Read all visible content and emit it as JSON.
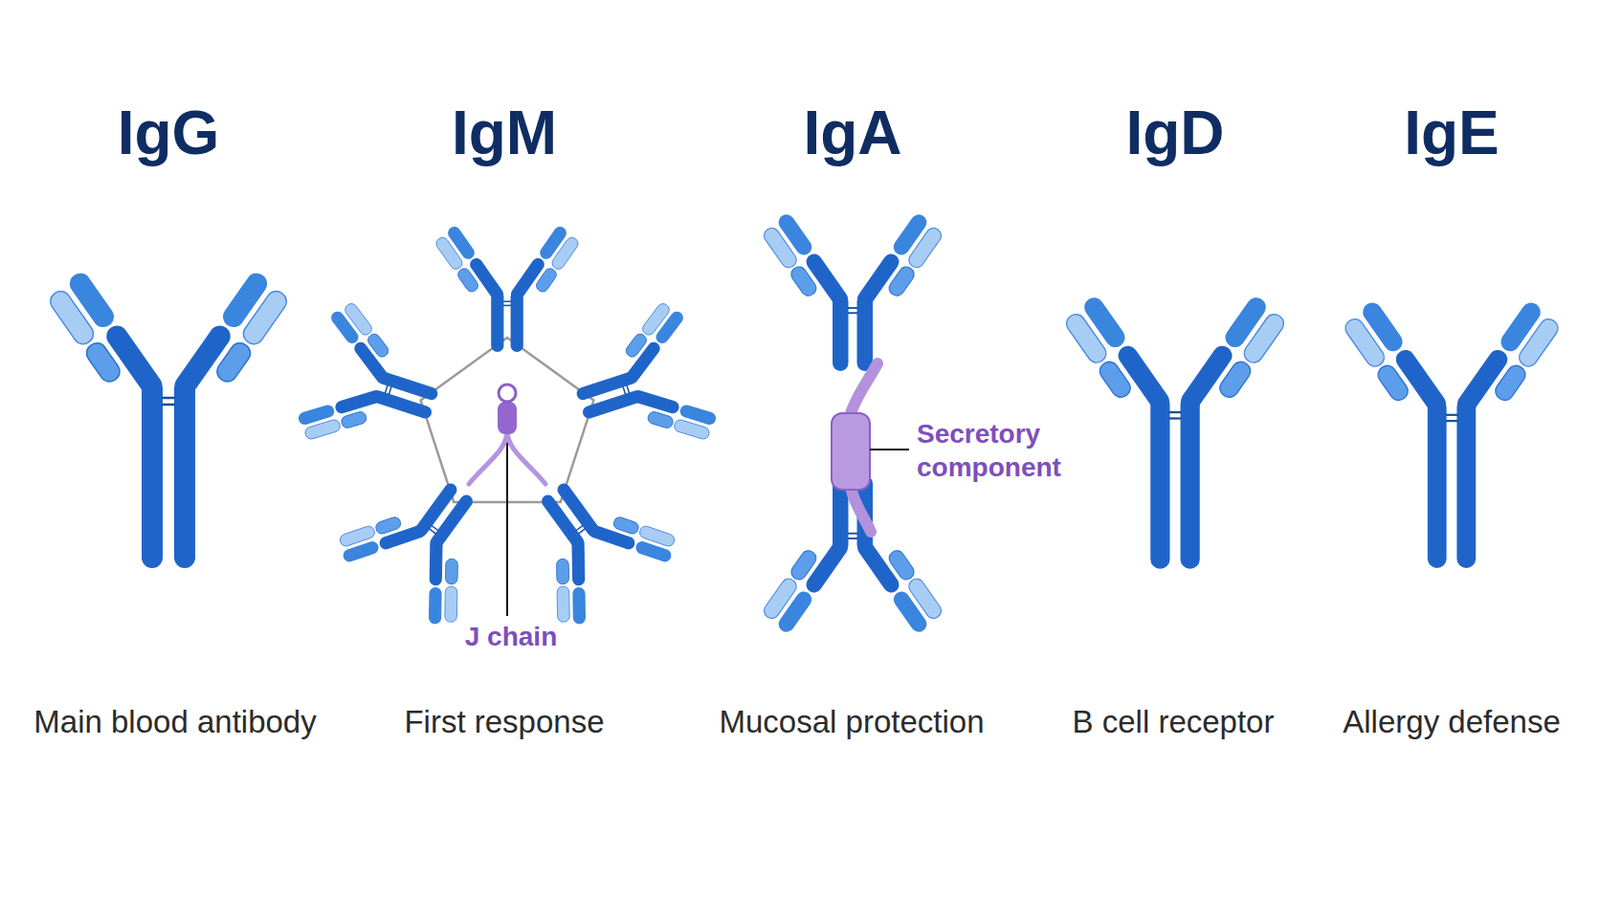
{
  "diagram": {
    "labels": [
      "IgG",
      "IgM",
      "IgA",
      "IgD",
      "IgE",
      "Main blood antibody",
      "First response",
      "Mucosal protection",
      "B cell receptor",
      "Allergy defense",
      "J chain",
      "Secretory component"
    ]
  }
}
